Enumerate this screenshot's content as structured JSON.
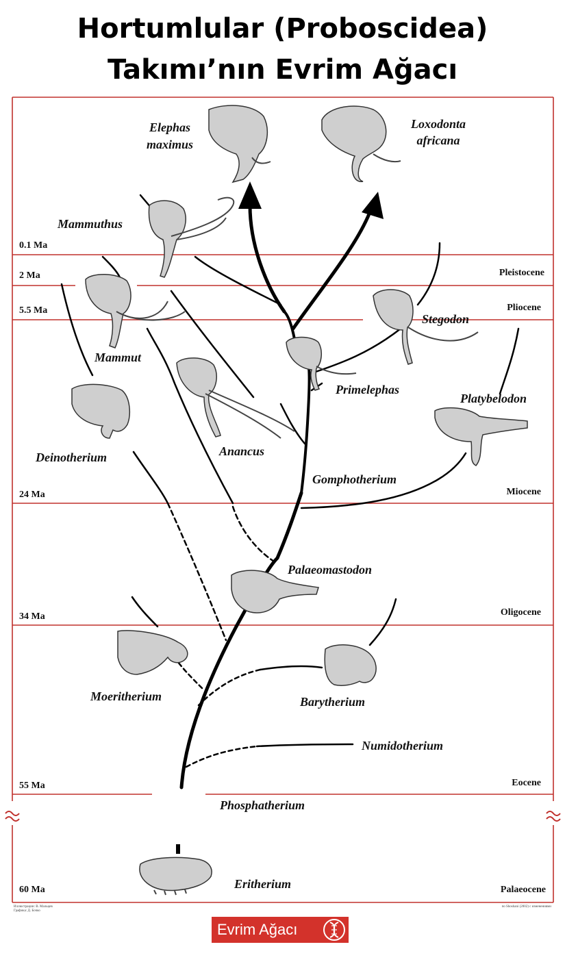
{
  "title_line1": "Hortumlular (Proboscidea)",
  "title_line2": "Takımı’nın Evrim Ağacı",
  "ages": [
    "0.1 Ma",
    "2 Ma",
    "5.5 Ma",
    "24 Ma",
    "34 Ma",
    "55 Ma",
    "60 Ma"
  ],
  "epochs": [
    "Pleistocene",
    "Pliocene",
    "Miocene",
    "Oligocene",
    "Eocene",
    "Palaeocene"
  ],
  "taxa": {
    "elephas_1": "Elephas",
    "elephas_2": "maximus",
    "loxodonta_1": "Loxodonta",
    "loxodonta_2": "africana",
    "mammuthus": "Mammuthus",
    "mammut": "Mammut",
    "stegodon": "Stegodon",
    "primelephas": "Primelephas",
    "platybelodon": "Platybelodon",
    "deinotherium": "Deinotherium",
    "anancus": "Anancus",
    "gomphotherium": "Gomphotherium",
    "palaeomastodon": "Palaeomastodon",
    "moeritherium": "Moeritherium",
    "barytherium": "Barytherium",
    "numidotherium": "Numidotherium",
    "phosphatherium": "Phosphatherium",
    "eritherium": "Eritherium"
  },
  "credit_left_1": "Иллюстрации: В. Мальцев",
  "credit_left_2": "Графика: Д. Бочко",
  "credit_right": "по Shoshani (2002) с изменениями",
  "logo_text": "Evrim Ağacı",
  "colors": {
    "frame": "#c0302c",
    "logo_bg": "#d3322b",
    "branch": "#000000"
  },
  "icons": [
    "dna-helix-icon",
    "elephant-head-illustration"
  ]
}
